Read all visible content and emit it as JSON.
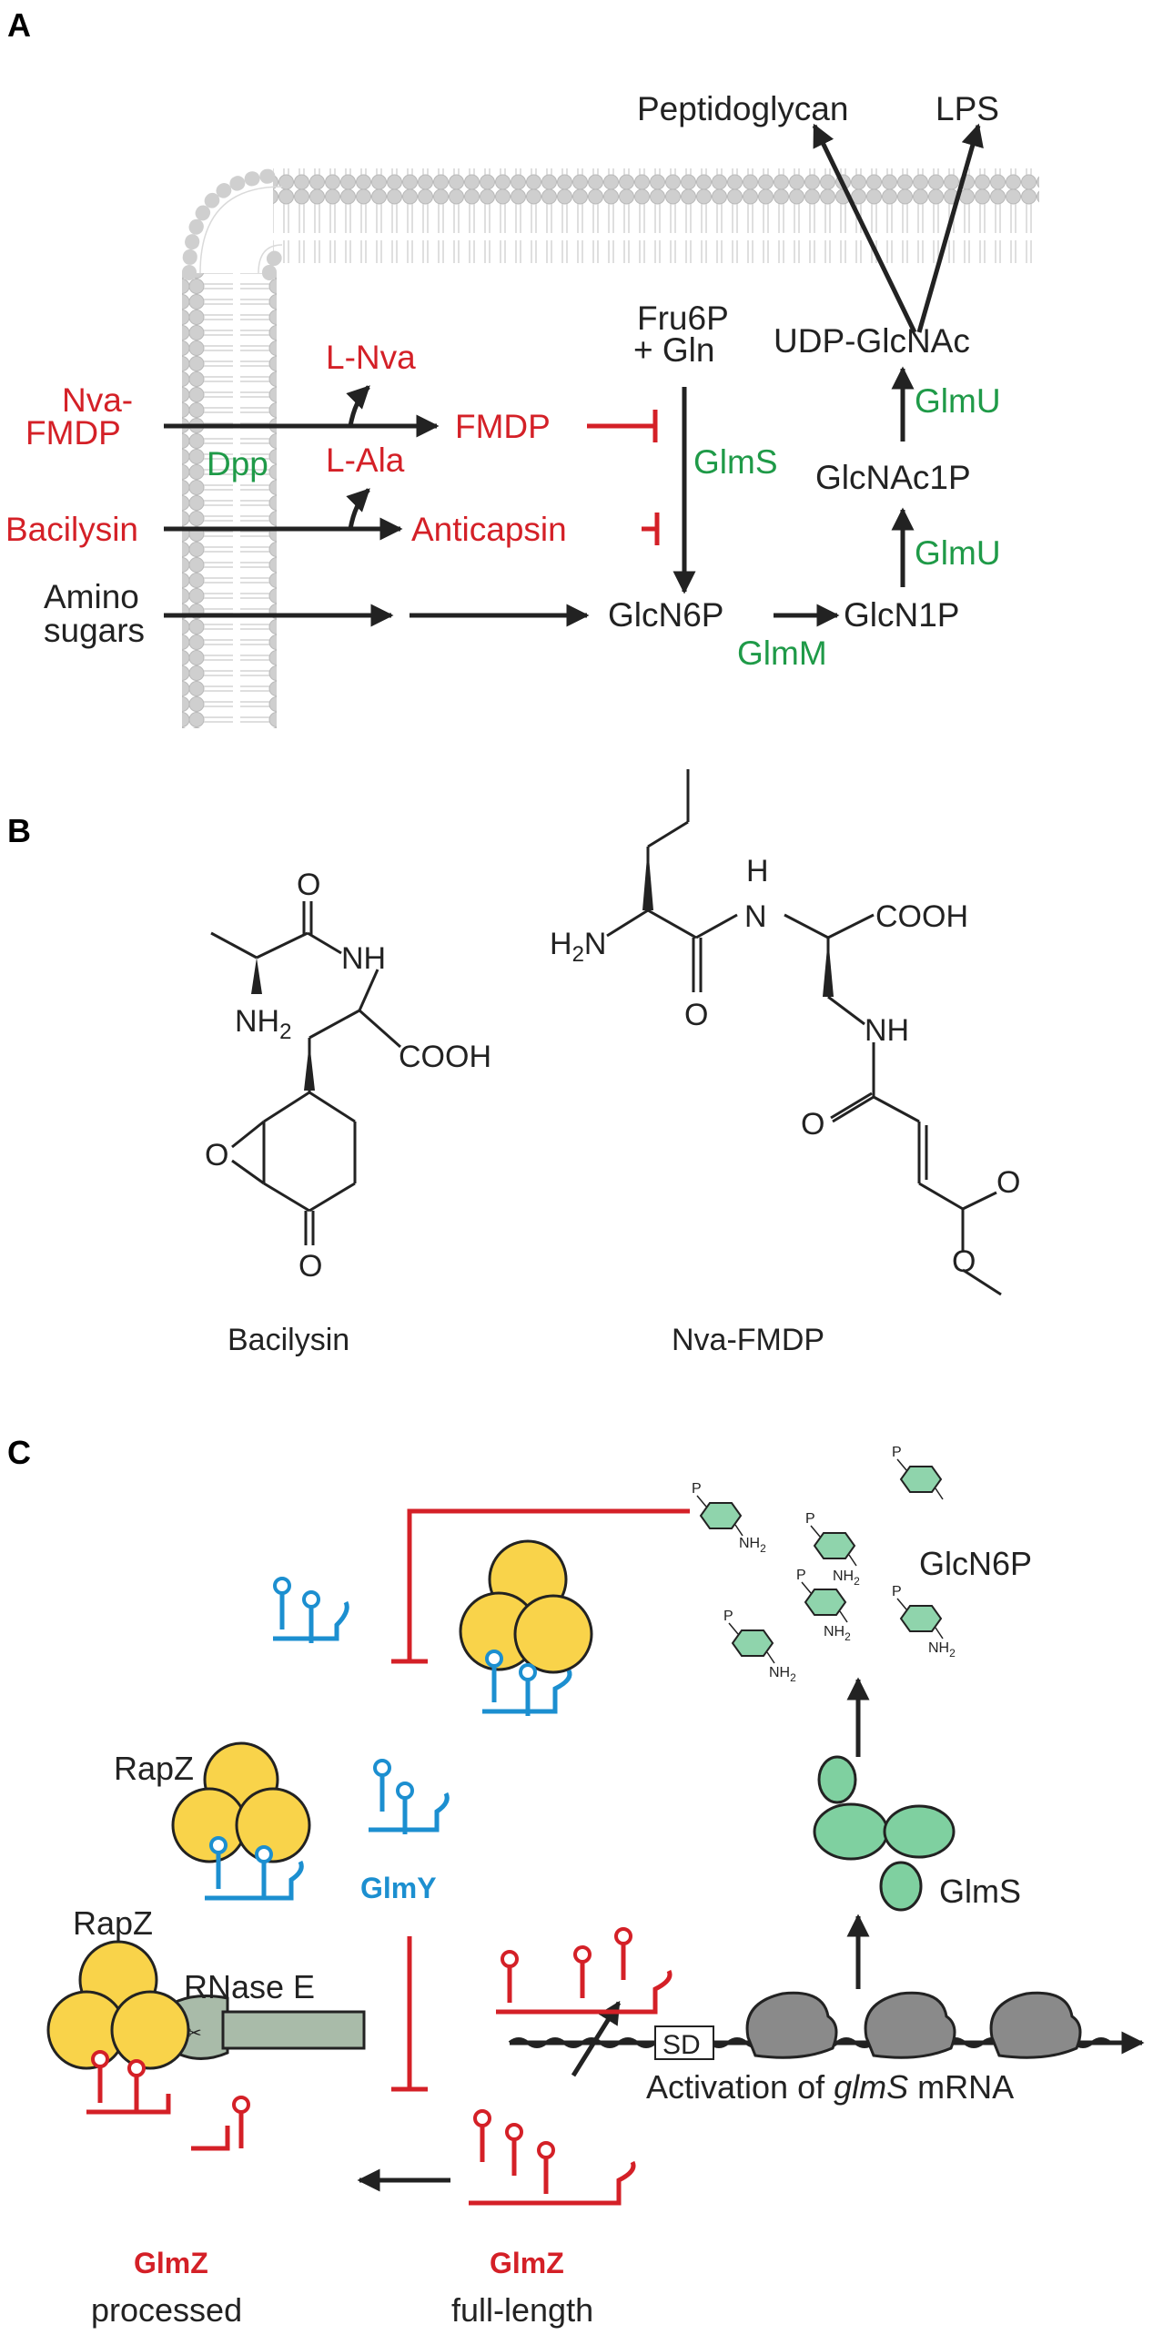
{
  "panels": {
    "a": "A",
    "b": "B",
    "c": "C"
  },
  "colors": {
    "black": "#222222",
    "red": "#d42027",
    "green": "#1f9a48",
    "blue": "#1c8fd0",
    "yellow": "#f9d34a",
    "mint": "#7fd0a0",
    "membrane": "#c8c8c8",
    "ribosome": "#8a8a8a",
    "rnase": "#a9bba9"
  },
  "panel_a": {
    "peptidoglycan": "Peptidoglycan",
    "lps": "LPS",
    "udp_glcnac": "UDP-GlcNAc",
    "fru6p": "Fru6P",
    "gln": "+ Gln",
    "glmu_top": "GlmU",
    "glmu_bottom": "GlmU",
    "glcnac1p": "GlcNAc1P",
    "glms": "GlmS",
    "lnva": "L-Nva",
    "nva_fmdp_1": "Nva-",
    "nva_fmdp_2": "FMDP",
    "fmdp": "FMDP",
    "dpp": "Dpp",
    "lala": "L-Ala",
    "bacilysin": "Bacilysin",
    "anticapsin": "Anticapsin",
    "amino": "Amino",
    "sugars": "sugars",
    "glcn6p": "GlcN6P",
    "glcn1p": "GlcN1P",
    "glmm": "GlmM"
  },
  "panel_b": {
    "bac_o_top": "O",
    "bac_nh": "NH",
    "bac_nh2_main": "NH",
    "bac_nh2_sub": "2",
    "bac_cooh": "COOH",
    "bac_epox_o": "O",
    "bac_ketone_o": "O",
    "bac_name": "Bacilysin",
    "nva_h": "H",
    "nva_n": "N",
    "nva_cooh": "COOH",
    "nva_h2n_main": "H",
    "nva_h2n_sub": "2",
    "nva_h2n_n": "N",
    "nva_o1": "O",
    "nva_nh": "NH",
    "nva_o2": "O",
    "nva_o3": "O",
    "nva_o4": "O",
    "nva_name": "Nva-FMDP"
  },
  "panel_c": {
    "glcn6p": "GlcN6P",
    "sugar_p": "P",
    "sugar_nh": "NH",
    "sugar_sub": "2",
    "rapz_top": "RapZ",
    "glmy": "GlmY",
    "glms": "GlmS",
    "rapz_bottom": "RapZ",
    "rnase_e": "RNase E",
    "sd": "SD",
    "activation_prefix": "Activation of ",
    "activation_italic": "glmS",
    "activation_suffix": " mRNA",
    "glmz_processed_title": "GlmZ",
    "glmz_processed_sub": "processed",
    "glmz_full_title": "GlmZ",
    "glmz_full_sub": "full-length"
  }
}
